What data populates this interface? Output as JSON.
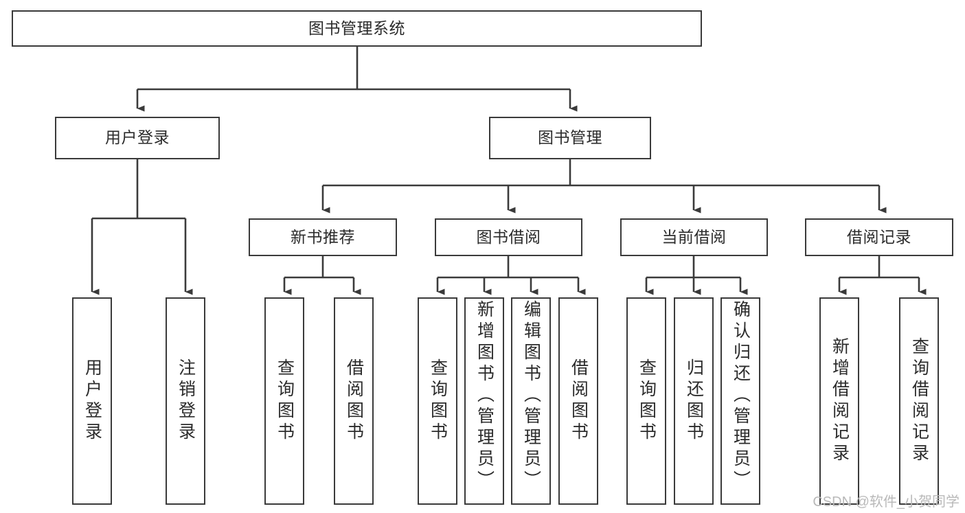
{
  "diagram": {
    "title": "图书管理系统",
    "type": "tree-hierarchy",
    "watermark": "CSDN @软件_小贺同学",
    "colors": {
      "stroke": "#3a3a3a",
      "fill": "#ffffff",
      "text": "#2b2b2b",
      "watermark": "#b9b9b9"
    },
    "root": {
      "label": "图书管理系统"
    },
    "level2": [
      {
        "label": "用户登录"
      },
      {
        "label": "图书管理"
      }
    ],
    "level3": [
      {
        "label": "新书推荐"
      },
      {
        "label": "图书借阅"
      },
      {
        "label": "当前借阅"
      },
      {
        "label": "借阅记录"
      }
    ],
    "leaves": {
      "user_login": [
        {
          "label": "用户登录"
        },
        {
          "label": "注销登录"
        }
      ],
      "new_book_recommend": [
        {
          "label": "查询图书"
        },
        {
          "label": "借阅图书"
        }
      ],
      "book_borrow": [
        {
          "label": "查询图书"
        },
        {
          "label": "新增图书（管理员）"
        },
        {
          "label": "编辑图书（管理员）"
        },
        {
          "label": "借阅图书"
        }
      ],
      "current_borrow": [
        {
          "label": "查询图书"
        },
        {
          "label": "归还图书"
        },
        {
          "label": "确认归还（管理员）"
        }
      ],
      "borrow_records": [
        {
          "label": "新增借阅记录"
        },
        {
          "label": "查询借阅记录"
        }
      ]
    }
  }
}
